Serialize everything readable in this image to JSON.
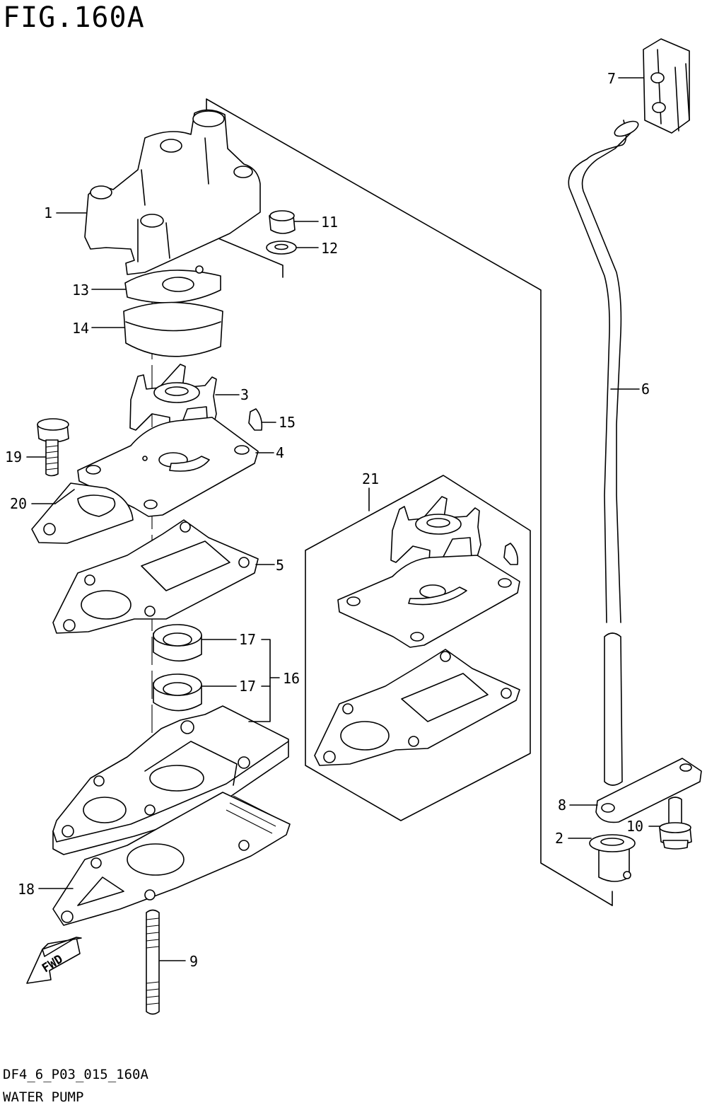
{
  "figure": {
    "title": "FIG.160A",
    "code": "DF4_6_P03_015_160A",
    "name": "WATER PUMP"
  },
  "callouts": [
    {
      "id": "1",
      "text": "1"
    },
    {
      "id": "2",
      "text": "2"
    },
    {
      "id": "3",
      "text": "3"
    },
    {
      "id": "4",
      "text": "4"
    },
    {
      "id": "5",
      "text": "5"
    },
    {
      "id": "6",
      "text": "6"
    },
    {
      "id": "7",
      "text": "7"
    },
    {
      "id": "8",
      "text": "8"
    },
    {
      "id": "9",
      "text": "9"
    },
    {
      "id": "10",
      "text": "10"
    },
    {
      "id": "11",
      "text": "11"
    },
    {
      "id": "12",
      "text": "12"
    },
    {
      "id": "13",
      "text": "13"
    },
    {
      "id": "14",
      "text": "14"
    },
    {
      "id": "15",
      "text": "15"
    },
    {
      "id": "16",
      "text": "16"
    },
    {
      "id": "17a",
      "text": "17"
    },
    {
      "id": "17b",
      "text": "17"
    },
    {
      "id": "18",
      "text": "18"
    },
    {
      "id": "19",
      "text": "19"
    },
    {
      "id": "20",
      "text": "20"
    },
    {
      "id": "21",
      "text": "21"
    }
  ],
  "fwd_label": "FWD"
}
